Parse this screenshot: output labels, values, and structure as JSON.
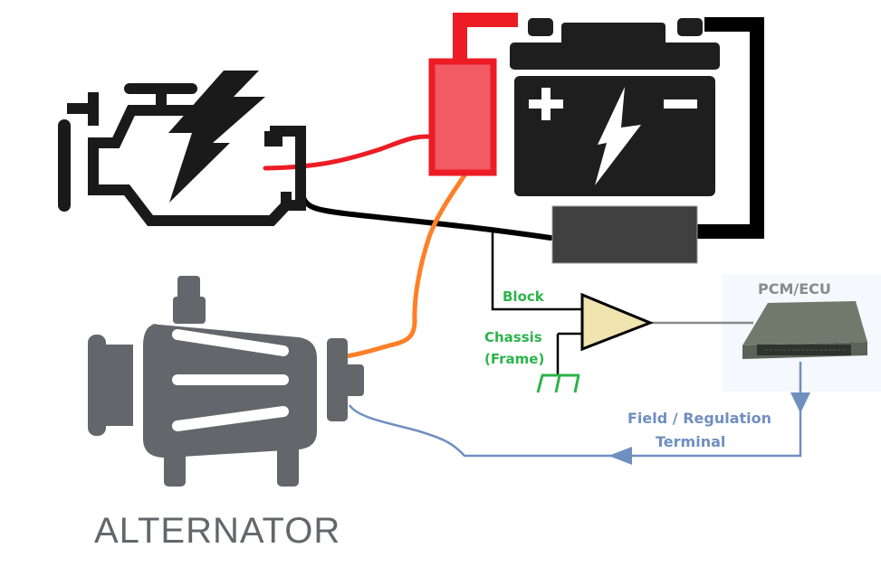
{
  "diagram": {
    "components": {
      "engine": {
        "name": "Check engine / engine block icon"
      },
      "battery": {
        "name": "Battery",
        "positive_symbol": "+",
        "negative_symbol": "−"
      },
      "fuse": {
        "name": "Fuse / junction (red)"
      },
      "ground_block": {
        "name": "Negative terminal block"
      },
      "comparator": {
        "name": "Voltage comparator"
      },
      "pcm": {
        "label": "PCM/ECU"
      },
      "alternator": {
        "label": "ALTERNATOR"
      }
    },
    "labels": {
      "block": "Block",
      "chassis_line1": "Chassis",
      "chassis_line2": "(Frame)",
      "field_line1": "Field / Regulation",
      "field_line2": "Terminal"
    },
    "colors": {
      "wire_positive": "#ed1c24",
      "wire_ground": "#000000",
      "wire_alternator_output": "#ff7f27",
      "wire_field": "#6f8fbf",
      "fuse_fill": "#f25a64",
      "label_green": "#2db34a",
      "comparator_fill": "#efe4b0",
      "alternator_grey": "#63666a",
      "battery_black": "#1e1e1e",
      "ground_block_grey": "#404040"
    }
  }
}
